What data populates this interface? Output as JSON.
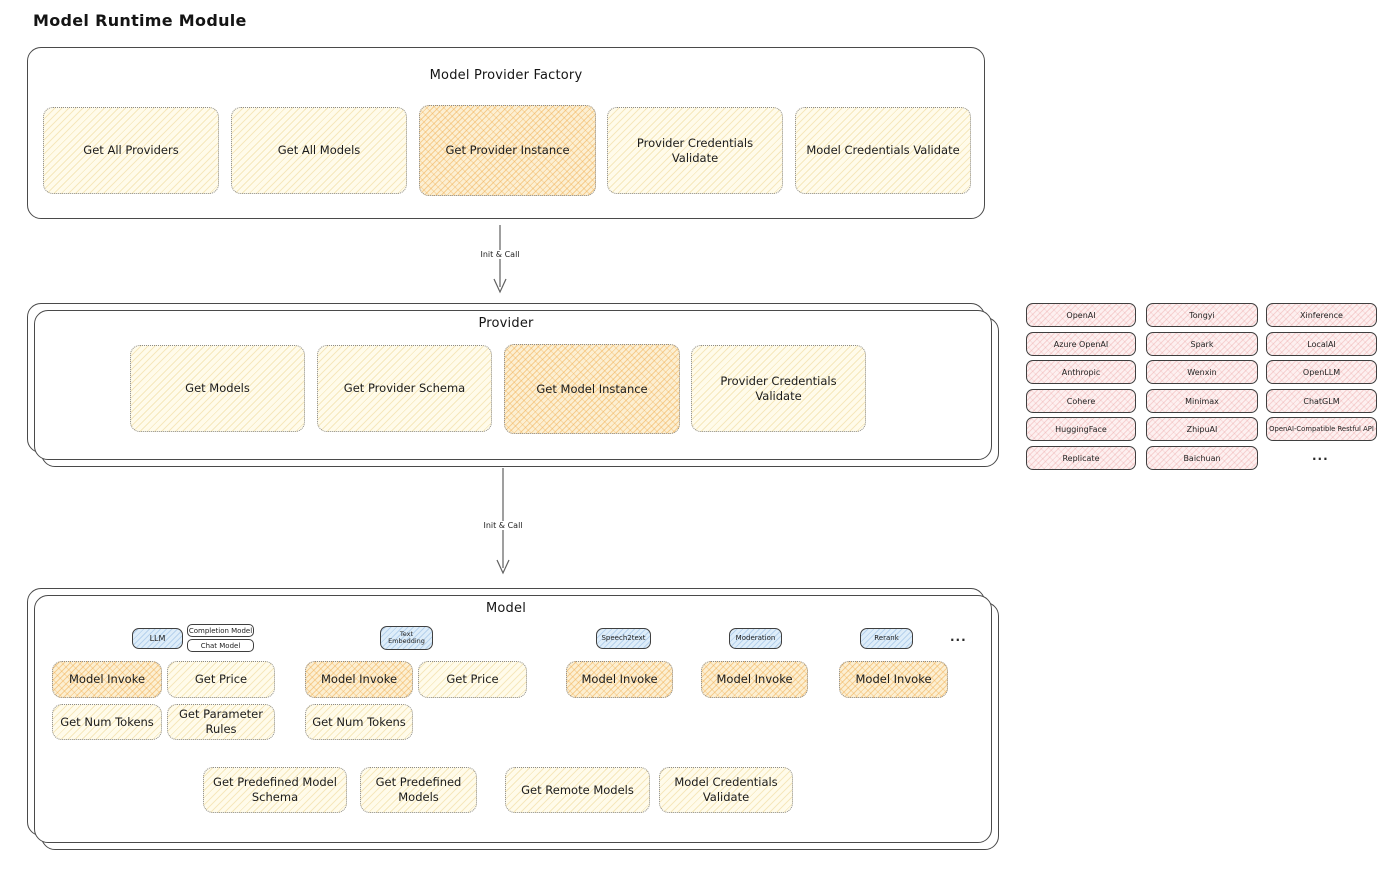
{
  "title": "Model Runtime Module",
  "colors": {
    "yellow_fill": "#FFFBEA",
    "yellow_hatch": "#E8C873",
    "highlight_fill": "#FCEFD2",
    "highlight_hatch": "#F0A845",
    "pink_fill": "#FDF0F0",
    "pink_hatch": "#E17878",
    "blue_fill": "#DEEDF9",
    "blue_hatch": "#6EA0D7",
    "border_dark": "#4A4A4A"
  },
  "factory": {
    "title": "Model Provider Factory",
    "buttons": [
      {
        "label": "Get All Providers"
      },
      {
        "label": "Get All Models"
      },
      {
        "label": "Get Provider Instance"
      },
      {
        "label": "Provider Credentials Validate"
      },
      {
        "label": "Model Credentials Validate"
      }
    ]
  },
  "arrows": [
    {
      "label": "Init & Call"
    },
    {
      "label": "Init & Call"
    }
  ],
  "provider": {
    "title": "Provider",
    "buttons": [
      {
        "label": "Get Models"
      },
      {
        "label": "Get Provider Schema"
      },
      {
        "label": "Get Model Instance"
      },
      {
        "label": "Provider Credentials Validate"
      }
    ]
  },
  "providers_grid": {
    "columns": [
      [
        "OpenAI",
        "Azure OpenAI",
        "Anthropic",
        "Cohere",
        "HuggingFace",
        "Replicate"
      ],
      [
        "Tongyi",
        "Spark",
        "Wenxin",
        "Minimax",
        "ZhipuAI",
        "Baichuan"
      ],
      [
        "Xinference",
        "LocalAI",
        "OpenLLM",
        "ChatGLM",
        "OpenAI-Compatible Restful API"
      ]
    ],
    "more": "..."
  },
  "model": {
    "title": "Model",
    "badges": {
      "llm": "LLM",
      "completion": "Completion Model",
      "chat": "Chat Model",
      "text_embedding": "Text Embedding",
      "speech2text": "Speech2text",
      "moderation": "Moderation",
      "rerank": "Rerank",
      "more": "..."
    },
    "llm": {
      "buttons": [
        {
          "label": "Model Invoke"
        },
        {
          "label": "Get Price"
        },
        {
          "label": "Get Num Tokens"
        },
        {
          "label": "Get Parameter Rules"
        }
      ]
    },
    "text_embedding": {
      "buttons": [
        {
          "label": "Model Invoke"
        },
        {
          "label": "Get Price"
        },
        {
          "label": "Get Num Tokens"
        }
      ]
    },
    "speech2text": {
      "buttons": [
        {
          "label": "Model Invoke"
        }
      ]
    },
    "moderation": {
      "buttons": [
        {
          "label": "Model Invoke"
        }
      ]
    },
    "rerank": {
      "buttons": [
        {
          "label": "Model Invoke"
        }
      ]
    },
    "shared_buttons": [
      {
        "label": "Get Predefined Model Schema"
      },
      {
        "label": "Get Predefined Models"
      },
      {
        "label": "Get Remote Models"
      },
      {
        "label": "Model Credentials Validate"
      }
    ]
  }
}
